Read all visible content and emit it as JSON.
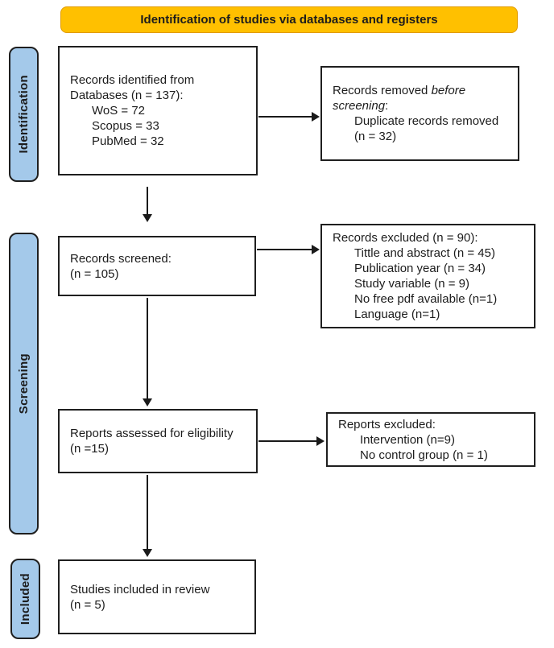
{
  "diagram_type": "PRISMA flow diagram",
  "colors": {
    "header_bg": "#FFC000",
    "header_border": "#E19B00",
    "stage_bg": "#A4C9EA",
    "box_border": "#1F1F1F",
    "text": "#1C1C1C"
  },
  "header": {
    "label": "Identification of studies via databases and registers"
  },
  "stages": {
    "identification": "Identification",
    "screening": "Screening",
    "included": "Included"
  },
  "boxes": {
    "records_identified": {
      "lines": [
        {
          "parts": [
            {
              "t": "Records identified from"
            }
          ]
        },
        {
          "parts": [
            {
              "t": "Databases (n = 137):"
            }
          ]
        },
        {
          "indent": true,
          "parts": [
            {
              "t": "WoS = 72"
            }
          ]
        },
        {
          "indent": true,
          "parts": [
            {
              "t": "Scopus = 33"
            }
          ]
        },
        {
          "indent": true,
          "parts": [
            {
              "t": "PubMed = 32"
            }
          ]
        }
      ]
    },
    "records_removed": {
      "lines": [
        {
          "parts": [
            {
              "t": "Records removed "
            },
            {
              "t": "before",
              "i": true
            }
          ]
        },
        {
          "parts": [
            {
              "t": "screening",
              "i": true
            },
            {
              "t": ":"
            }
          ]
        },
        {
          "indent": true,
          "parts": [
            {
              "t": "Duplicate records removed"
            }
          ]
        },
        {
          "indent": true,
          "parts": [
            {
              "t": "(n = 32)"
            }
          ]
        }
      ]
    },
    "records_screened": {
      "lines": [
        {
          "parts": [
            {
              "t": "Records screened:"
            }
          ]
        },
        {
          "parts": [
            {
              "t": "(n = 105)"
            }
          ]
        }
      ]
    },
    "records_excluded": {
      "lines": [
        {
          "parts": [
            {
              "t": "Records excluded (n = 90):"
            }
          ]
        },
        {
          "indent": true,
          "parts": [
            {
              "t": "Tittle and abstract (n = 45)"
            }
          ]
        },
        {
          "indent": true,
          "parts": [
            {
              "t": "Publication year (n = 34)"
            }
          ]
        },
        {
          "indent": true,
          "parts": [
            {
              "t": "Study variable (n = 9)"
            }
          ]
        },
        {
          "indent": true,
          "parts": [
            {
              "t": "No free pdf available (n=1)"
            }
          ]
        },
        {
          "indent": true,
          "parts": [
            {
              "t": "Language (n=1)"
            }
          ]
        }
      ]
    },
    "reports_assessed": {
      "lines": [
        {
          "parts": [
            {
              "t": "Reports assessed for eligibility"
            }
          ]
        },
        {
          "parts": [
            {
              "t": "(n =15)"
            }
          ]
        }
      ]
    },
    "reports_excluded": {
      "lines": [
        {
          "parts": [
            {
              "t": "Reports excluded:"
            }
          ]
        },
        {
          "indent": true,
          "parts": [
            {
              "t": "Intervention (n=9)"
            }
          ]
        },
        {
          "indent": true,
          "parts": [
            {
              "t": "No control group (n = 1)"
            }
          ]
        }
      ]
    },
    "studies_included": {
      "lines": [
        {
          "parts": [
            {
              "t": "Studies included in review"
            }
          ]
        },
        {
          "parts": [
            {
              "t": "(n = 5)"
            }
          ]
        }
      ]
    }
  }
}
